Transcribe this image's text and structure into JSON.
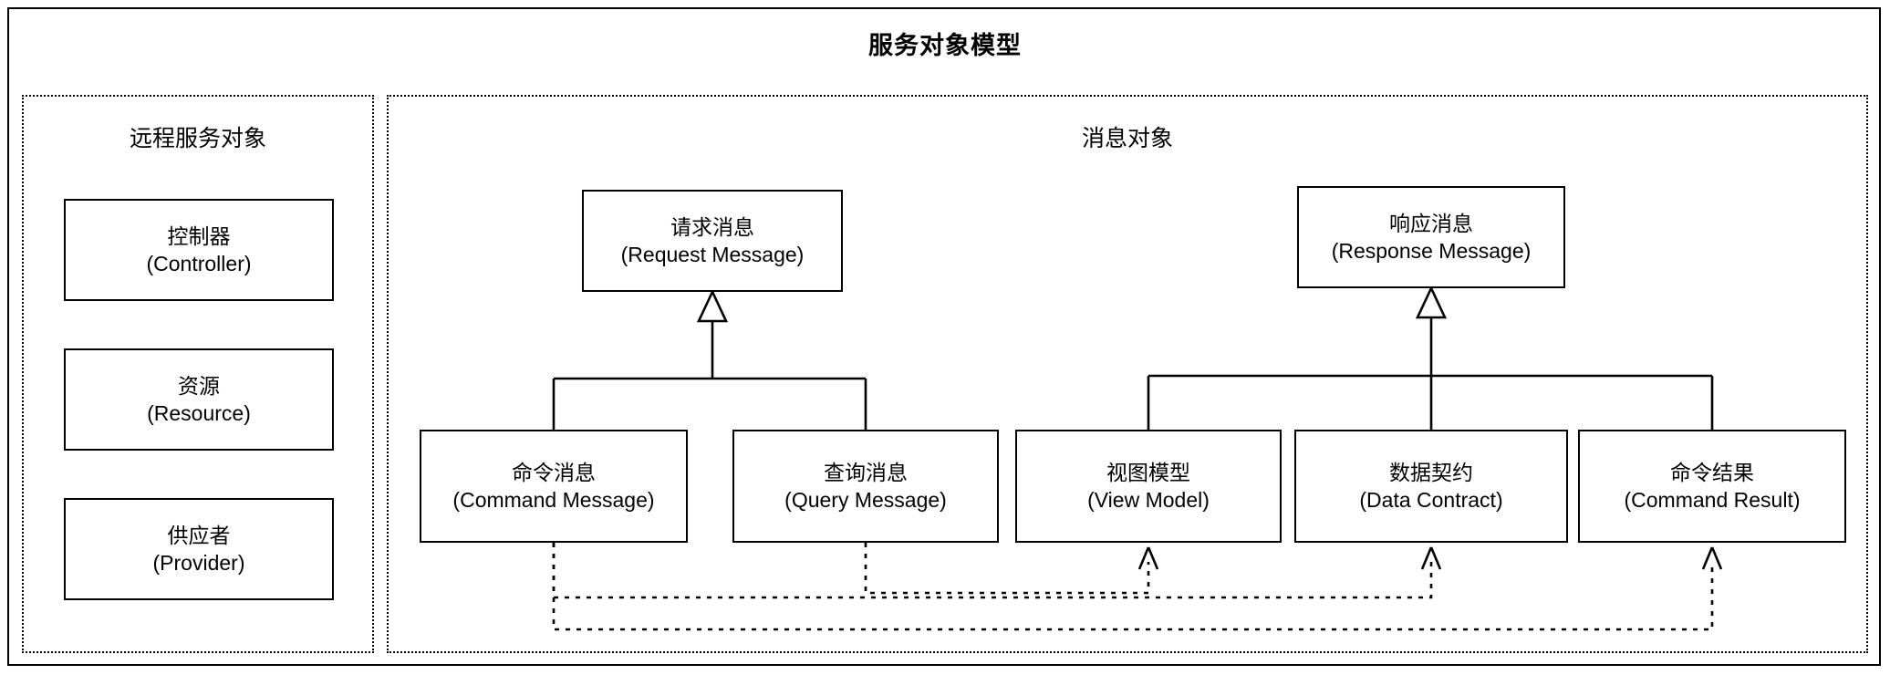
{
  "diagram": {
    "title": "服务对象模型",
    "panels": [
      {
        "id": "remote-service-objects",
        "title": "远程服务对象",
        "nodes": [
          {
            "id": "controller",
            "cn": "控制器",
            "en": "(Controller)"
          },
          {
            "id": "resource",
            "cn": "资源",
            "en": "(Resource)"
          },
          {
            "id": "provider",
            "cn": "供应者",
            "en": "(Provider)"
          }
        ]
      },
      {
        "id": "message-objects",
        "title": "消息对象",
        "nodes": [
          {
            "id": "request",
            "cn": "请求消息",
            "en": "(Request Message)"
          },
          {
            "id": "response",
            "cn": "响应消息",
            "en": "(Response Message)"
          },
          {
            "id": "command",
            "cn": "命令消息",
            "en": "(Command Message)"
          },
          {
            "id": "query",
            "cn": "查询消息",
            "en": "(Query Message)"
          },
          {
            "id": "view-model",
            "cn": "视图模型",
            "en": "(View Model)"
          },
          {
            "id": "data-contract",
            "cn": "数据契约",
            "en": "(Data Contract)"
          },
          {
            "id": "command-result",
            "cn": "命令结果",
            "en": "(Command Result)"
          }
        ]
      }
    ],
    "relations": [
      {
        "type": "generalization",
        "from": "command",
        "to": "request"
      },
      {
        "type": "generalization",
        "from": "query",
        "to": "request"
      },
      {
        "type": "generalization",
        "from": "view-model",
        "to": "response"
      },
      {
        "type": "generalization",
        "from": "data-contract",
        "to": "response"
      },
      {
        "type": "generalization",
        "from": "command-result",
        "to": "response"
      },
      {
        "type": "dependency",
        "from": "query",
        "to": "view-model"
      },
      {
        "type": "dependency",
        "from": "command",
        "to": "data-contract"
      },
      {
        "type": "dependency",
        "from": "command",
        "to": "command-result"
      }
    ],
    "colors": {
      "stroke": "#000000",
      "background": "#ffffff"
    }
  }
}
